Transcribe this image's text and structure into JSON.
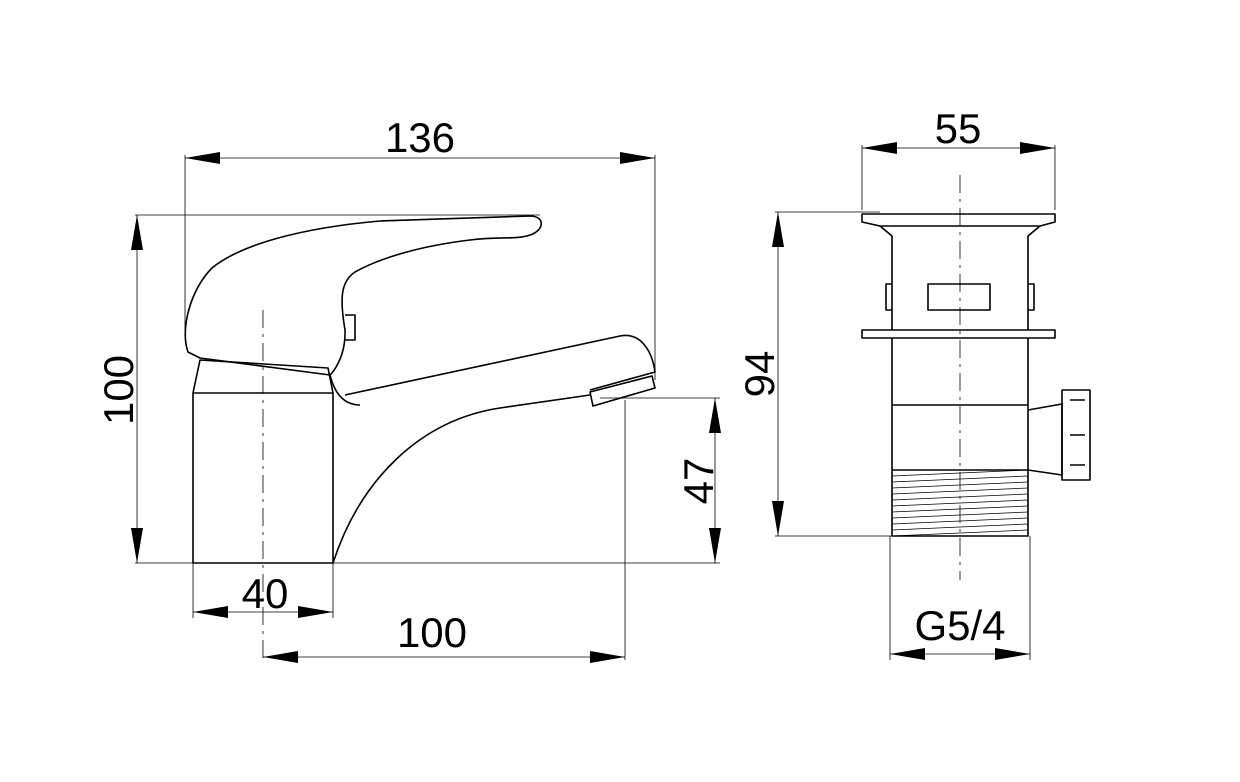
{
  "dimensions": {
    "overall_width": "136",
    "overall_height": "100",
    "spout_height": "47",
    "body_width": "40",
    "spout_reach": "100",
    "waste_width": "55",
    "waste_height": "94",
    "waste_thread": "G5/4"
  }
}
